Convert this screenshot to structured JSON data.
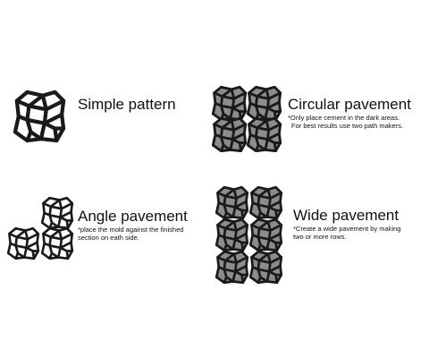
{
  "colors": {
    "stroke": "#1a1a1a",
    "fill_dark": "#8c8c8c",
    "fill_light": "#ffffff"
  },
  "sections": {
    "simple": {
      "title": "Simple pattern",
      "icon": "single-mold-icon"
    },
    "circular": {
      "title": "Circular pavement",
      "note_lines": [
        "*Only place cement in the dark areas.",
        "For best results use two path makers."
      ],
      "icon": "circular-pavement-icon"
    },
    "angle": {
      "title": "Angle pavement",
      "note_lines": [
        "*place the mold against the finished",
        "section on eath side."
      ],
      "icon": "angle-pavement-icon"
    },
    "wide": {
      "title": "Wide pavement",
      "note_lines": [
        "*Create a wide pavement by making",
        "two or more rows."
      ],
      "icon": "wide-pavement-icon"
    }
  }
}
